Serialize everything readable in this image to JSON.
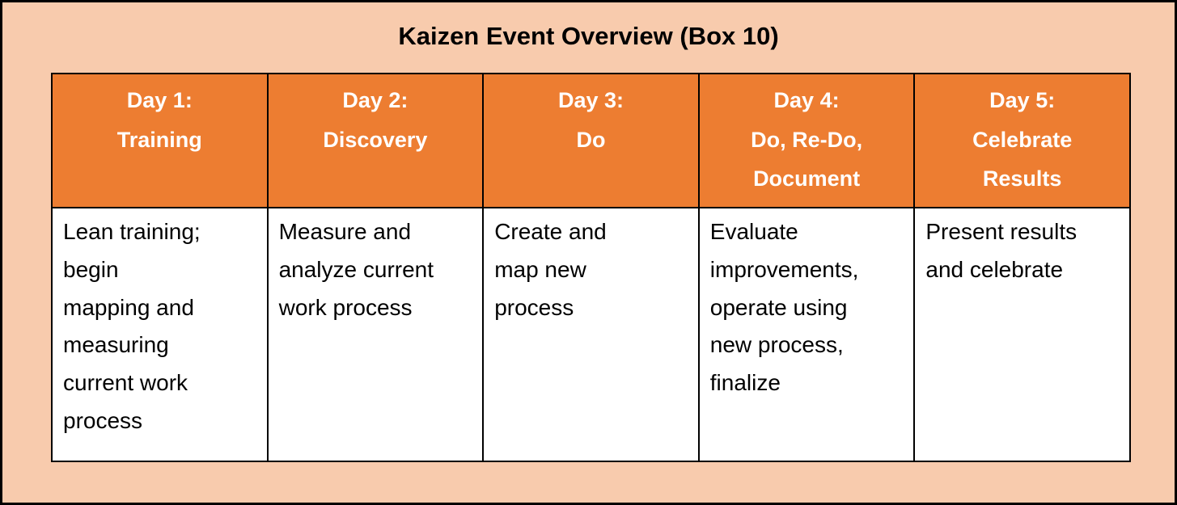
{
  "title": "Kaizen Event Overview (Box 10)",
  "colors": {
    "page_background": "#F8CBAD",
    "header_fill": "#ED7D31",
    "header_text": "#FFFFFF",
    "body_fill": "#FFFFFF",
    "body_text": "#000000",
    "border": "#000000"
  },
  "table": {
    "columns": [
      {
        "header": "Day 1:\nTraining",
        "body": "Lean training;\nbegin\nmapping and\nmeasuring\ncurrent work\nprocess"
      },
      {
        "header": "Day 2:\nDiscovery",
        "body": "Measure and\nanalyze current\nwork process"
      },
      {
        "header": "Day 3:\nDo",
        "body": "Create and\nmap new\nprocess"
      },
      {
        "header": "Day 4:\nDo, Re-Do,\nDocument",
        "body": "Evaluate\nimprovements,\noperate using\nnew process,\nfinalize"
      },
      {
        "header": "Day 5:\nCelebrate\nResults",
        "body": "Present results\nand celebrate"
      }
    ]
  }
}
